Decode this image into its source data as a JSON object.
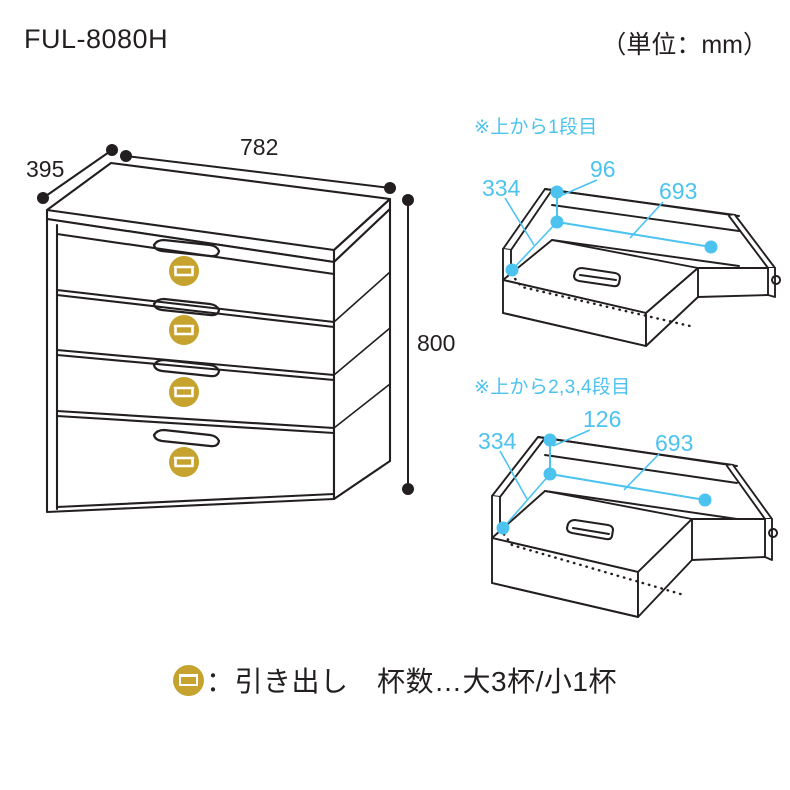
{
  "page": {
    "title": "FUL-8080H",
    "unit_note": "（単位：mm）",
    "background": "#ffffff",
    "line_color": "#231f20",
    "accent_blue": "#4cc3ef",
    "accent_gold": "#c5a32e"
  },
  "cabinet": {
    "name": "4-drawer chest isometric view",
    "drawer_count": 4,
    "dimensions": {
      "depth": "395",
      "width": "782",
      "height": "800"
    },
    "drawer_icon": "drawer-icon"
  },
  "drawer_details": [
    {
      "id": "tier-1",
      "label": "※上から1段目",
      "inner_width": "693",
      "inner_depth": "334",
      "inner_height": "96"
    },
    {
      "id": "tier-234",
      "label": "※上から2,3,4段目",
      "inner_width": "693",
      "inner_depth": "334",
      "inner_height": "126"
    }
  ],
  "legend": {
    "icon": "drawer-icon",
    "text": "：引き出し　杯数…大3杯/小1杯"
  }
}
